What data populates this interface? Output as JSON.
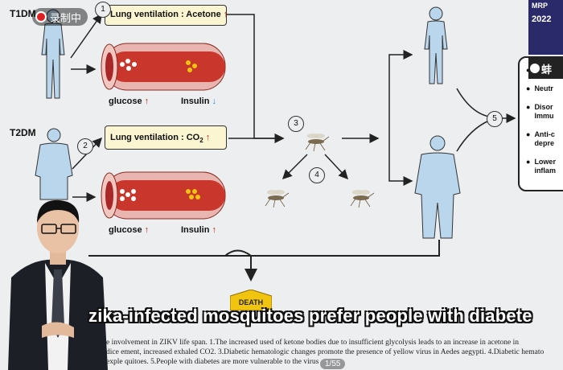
{
  "diagram": {
    "t1dm_label": "T1DM",
    "t2dm_label": "T2DM",
    "vent_top": "Lung ventilation : Acetone",
    "vent_bottom_prefix": "Lung ventilation : CO",
    "vent_bottom_sub": "2",
    "glucose_label": "glucose",
    "insulin_label": "Insulin",
    "up_arrow": "↑",
    "down_arrow": "↓",
    "numbers": [
      "1",
      "2",
      "3",
      "4",
      "5"
    ],
    "death_label": "DEATH",
    "colors": {
      "vessel_red": "#c8362c",
      "box_fill": "#fbf6d1",
      "arrow_up": "#d01b1b",
      "arrow_down": "#2c8fd9"
    }
  },
  "panel": {
    "items": [
      {
        "text": ""
      },
      {
        "text": "Neutr"
      },
      {
        "text": "Disor\nImmu"
      },
      {
        "text": "Anti-c\ndepre"
      },
      {
        "text": "Lower\ninflam"
      }
    ],
    "bullet": "●"
  },
  "overlay": {
    "record_label": "录制中",
    "subtitle": "zika-infected mosquitoes prefer people with diabete",
    "page_indicator": "1/55",
    "app_badge_text": "蚌",
    "pip_text_1": "MRP",
    "pip_text_2": "2022"
  },
  "caption": {
    "line1": "e involvement in ZIKV life span. 1.The increased used of ketone bodies due to insufficient glycolysis leads to an increase in acetone in",
    "line2": "dice     ement, increased exhaled CO2. 3.Diabetic hematologic changes promote the presence of yellow virus in Aedes aegypti. 4.Diabetic hemato",
    "line3": "exple    quitoes. 5.People with diabetes are more vulnerable to the virus"
  }
}
